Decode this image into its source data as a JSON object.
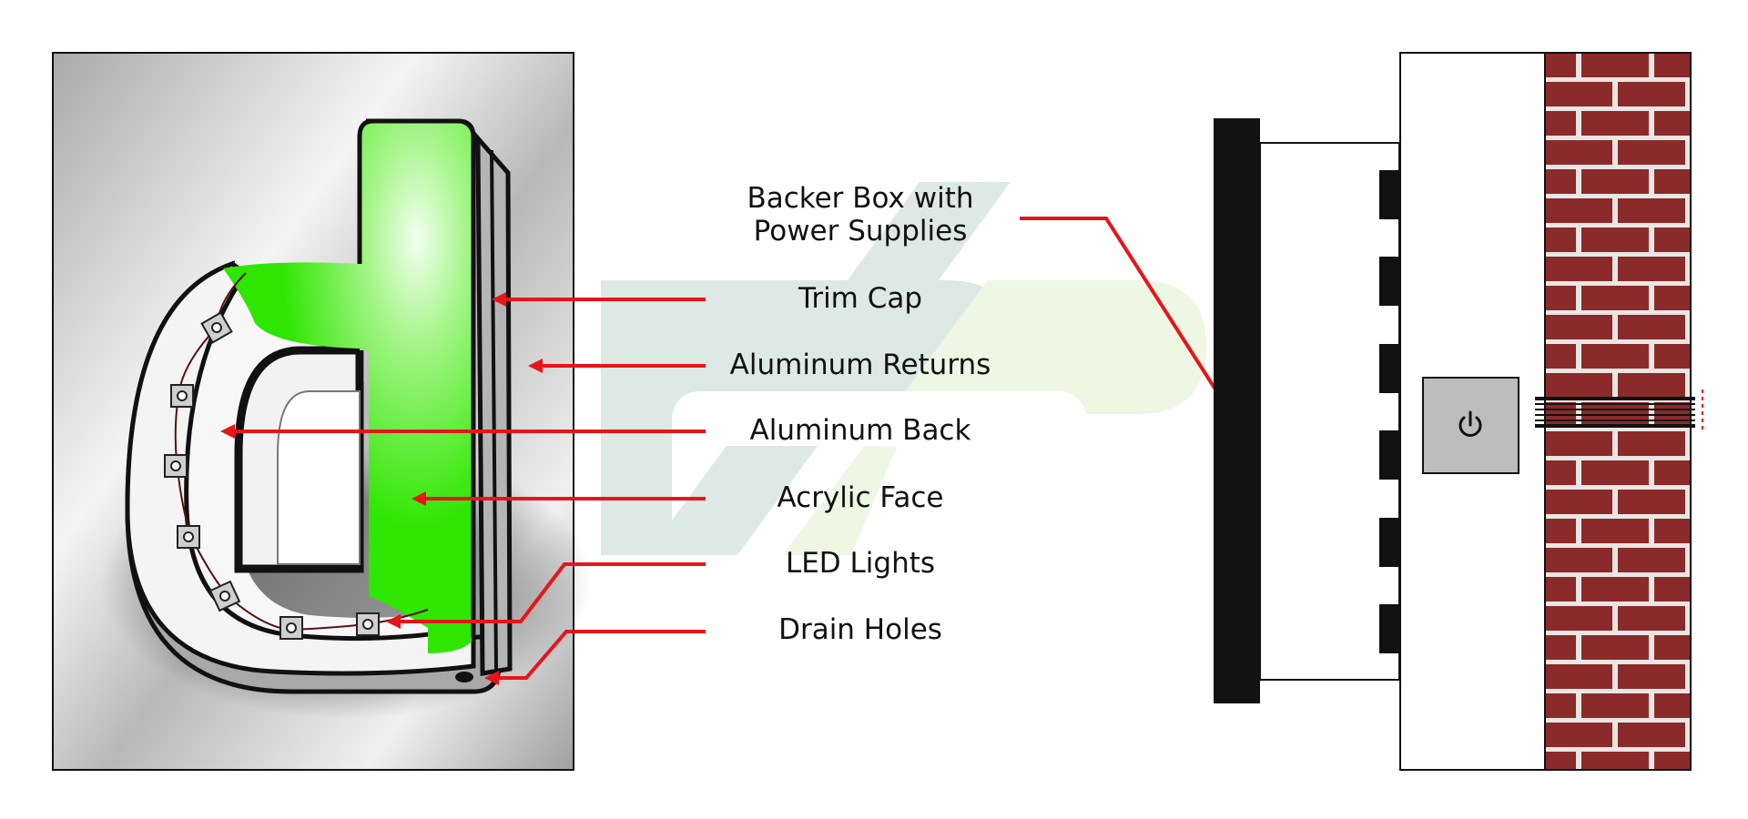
{
  "labels": {
    "backer_box_line1": "Backer Box with",
    "backer_box_line2": "Power Supplies",
    "trim_cap": "Trim Cap",
    "aluminum_returns": "Aluminum Returns",
    "aluminum_back": "Aluminum Back",
    "acrylic_face": "Acrylic Face",
    "led_lights": "LED Lights",
    "drain_holes": "Drain Holes"
  },
  "icons": {
    "power": "power-icon"
  },
  "colors": {
    "acrylic_green": "#2ee600",
    "arrow_red": "#e8141b",
    "brick_red": "#8b2a2a",
    "mortar": "#e9e6e3",
    "aluminum_gray": "#bdbdbd",
    "backer_black": "#111111",
    "watermark_blue": "#dde9e4",
    "watermark_green": "#eef6e4"
  }
}
